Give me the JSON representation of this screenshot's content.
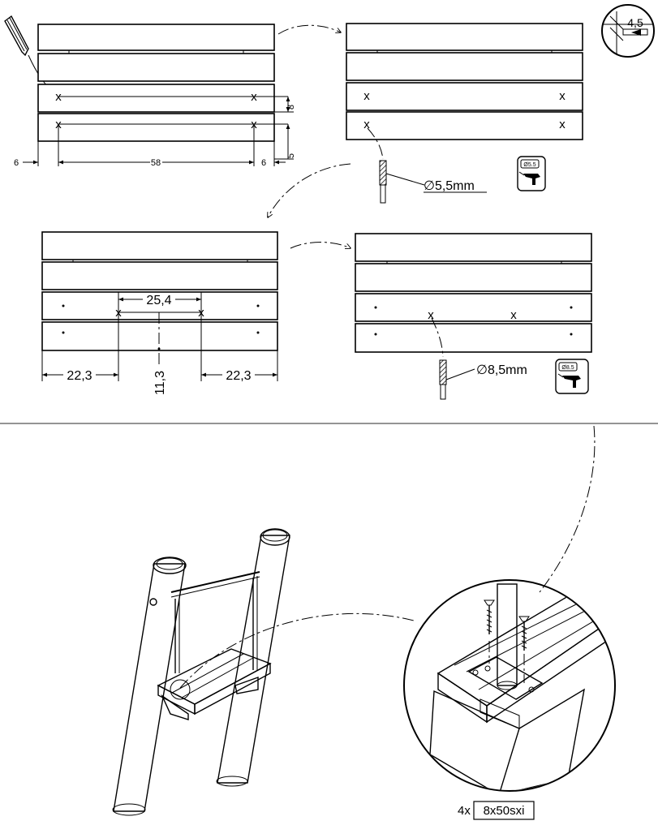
{
  "step1": {
    "dim_left": "6",
    "dim_middle": "58",
    "dim_right": "6",
    "dim_vertical_top": "8",
    "dim_vertical_bottom": "5",
    "mark": "x"
  },
  "step2": {
    "screw_size": "4,5",
    "drill_diameter": "∅5,5mm",
    "drill_badge": "Ø5.5",
    "mark": "x"
  },
  "step3": {
    "dim_center": "25,4",
    "dim_left": "22,3",
    "dim_right": "22,3",
    "dim_vertical": "11,3",
    "mark": "x"
  },
  "step4": {
    "drill_diameter": "∅8,5mm",
    "drill_badge": "Ø8.5",
    "mark": "x"
  },
  "assembly": {
    "screw_qty": "4x",
    "screw_spec": "8x50sxi"
  }
}
